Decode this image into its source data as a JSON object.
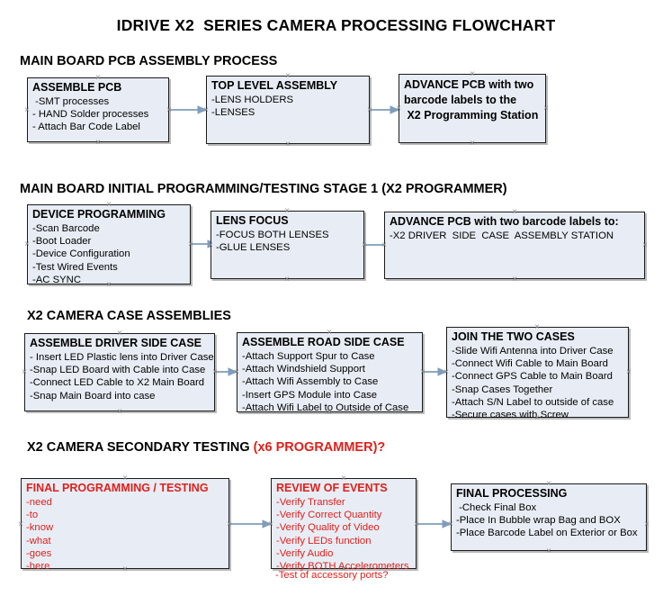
{
  "title": "IDRIVE X2  SERIES CAMERA PROCESSING FLOWCHART",
  "colors": {
    "box_fill": "#e8edf5",
    "box_border": "#1b1b1b",
    "arrow": "#8fa9c4",
    "accent_red": "#e0201b",
    "text": "#000000",
    "handle": "#8b8b8b"
  },
  "sections": [
    {
      "heading": "MAIN BOARD PCB ASSEMBLY PROCESS",
      "accent": ""
    },
    {
      "heading": "MAIN BOARD INITIAL PROGRAMMING/TESTING STAGE 1 (X2 PROGRAMMER)",
      "accent": ""
    },
    {
      "heading": "X2 CAMERA CASE ASSEMBLIES",
      "accent": ""
    },
    {
      "heading": "X2 CAMERA SECONDARY TESTING ",
      "accent": "(x6 PROGRAMMER)?"
    }
  ],
  "boxes": [
    {
      "id": "assemble-pcb",
      "title": "ASSEMBLE PCB",
      "lines": [
        " -SMT processes",
        "- HAND Solder processes",
        "- Attach Bar Code Label"
      ],
      "red": false
    },
    {
      "id": "top-level-assembly",
      "title": "TOP LEVEL ASSEMBLY",
      "lines": [
        "-LENS HOLDERS",
        "-LENSES"
      ],
      "red": false
    },
    {
      "id": "advance-pcb-station",
      "title": "ADVANCE PCB with two\nbarcode labels to the\n X2 Programming Station",
      "lines": [],
      "red": false
    },
    {
      "id": "device-programming",
      "title": "DEVICE PROGRAMMING",
      "lines": [
        "-Scan Barcode",
        "-Boot Loader",
        "-Device Configuration",
        "-Test Wired Events",
        "-AC SYNC"
      ],
      "red": false
    },
    {
      "id": "lens-focus",
      "title": "LENS FOCUS",
      "lines": [
        "-FOCUS BOTH LENSES",
        "-GLUE LENSES"
      ],
      "red": false
    },
    {
      "id": "advance-pcb-driver-side",
      "title": "ADVANCE PCB with two barcode labels to:",
      "lines": [
        "-X2 DRIVER  SIDE  CASE  ASSEMBLY STATION"
      ],
      "red": false
    },
    {
      "id": "assemble-driver-side-case",
      "title": "ASSEMBLE DRIVER SIDE CASE",
      "lines": [
        "- Insert LED Plastic lens into Driver Case",
        "-Snap LED Board with Cable into Case",
        "-Connect LED Cable to X2 Main Board",
        "-Snap Main Board into case"
      ],
      "red": false
    },
    {
      "id": "assemble-road-side-case",
      "title": "ASSEMBLE ROAD SIDE CASE",
      "lines": [
        "-Attach Support Spur to Case",
        "-Attach Windshield Support",
        "-Attach Wifi Assembly to Case",
        "-Insert GPS Module into Case",
        "-Attach Wifi Label to Outside of Case"
      ],
      "red": false
    },
    {
      "id": "join-the-two-cases",
      "title": "JOIN THE TWO CASES",
      "lines": [
        "-Slide Wifi Antenna into Driver Case",
        "-Connect Wifi Cable to Main Board",
        "-Connect GPS Cable to Main Board",
        "-Snap Cases Together",
        "-Attach S/N Label to outside of case",
        "-Secure cases with Screw"
      ],
      "red": false
    },
    {
      "id": "final-programming-testing",
      "title": "FINAL PROGRAMMING / TESTING",
      "lines": [
        "-need",
        "-to",
        "-know",
        "-what",
        "-goes",
        "-here"
      ],
      "red": true
    },
    {
      "id": "review-of-events",
      "title": "REVIEW OF EVENTS",
      "lines": [
        "-Verify Transfer",
        "-Verify Correct Quantity",
        "-Verify Quality of Video",
        "-Verify LEDs function",
        "-Verify Audio",
        "-Verify BOTH Accelerometers"
      ],
      "overflow_line": "-Test of accessory ports?",
      "red": true
    },
    {
      "id": "final-processing",
      "title": "FINAL PROCESSING",
      "lines": [
        " -Check Final Box",
        "-Place In Bubble wrap Bag and BOX",
        "-Place Barcode Label on Exterior or Box"
      ],
      "red": false
    }
  ]
}
